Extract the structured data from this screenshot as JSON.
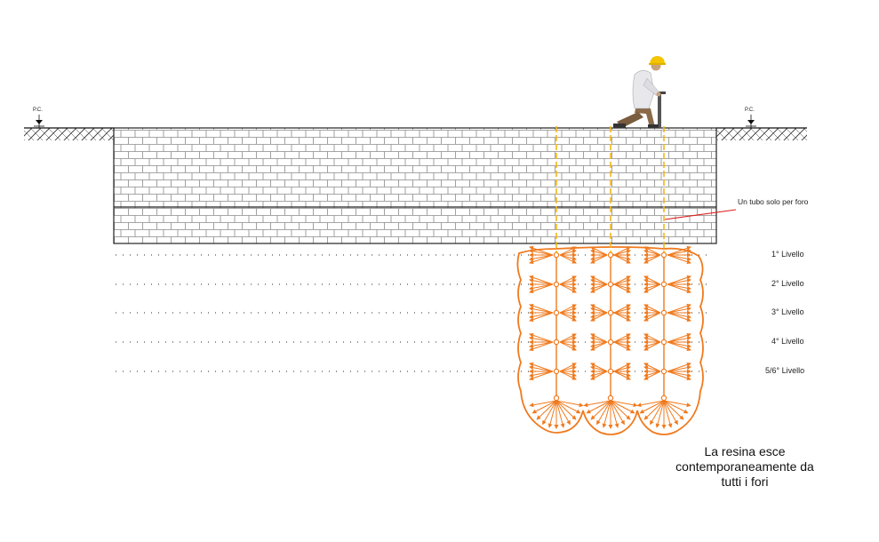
{
  "ground_marks": {
    "left": "P.C.",
    "right": "P.C."
  },
  "annotation": "Un tubo solo per foro",
  "levels": [
    "1° Livello",
    "2° Livello",
    "3° Livello",
    "4° Livello",
    "5/6° Livello"
  ],
  "note": [
    "La resina esce",
    "contemporaneamente da",
    "tutti i fori"
  ],
  "colors": {
    "resin": "#f07a1e",
    "tube": "#f2b51e",
    "pointer": "#e01b1b",
    "brick": "#666666"
  }
}
